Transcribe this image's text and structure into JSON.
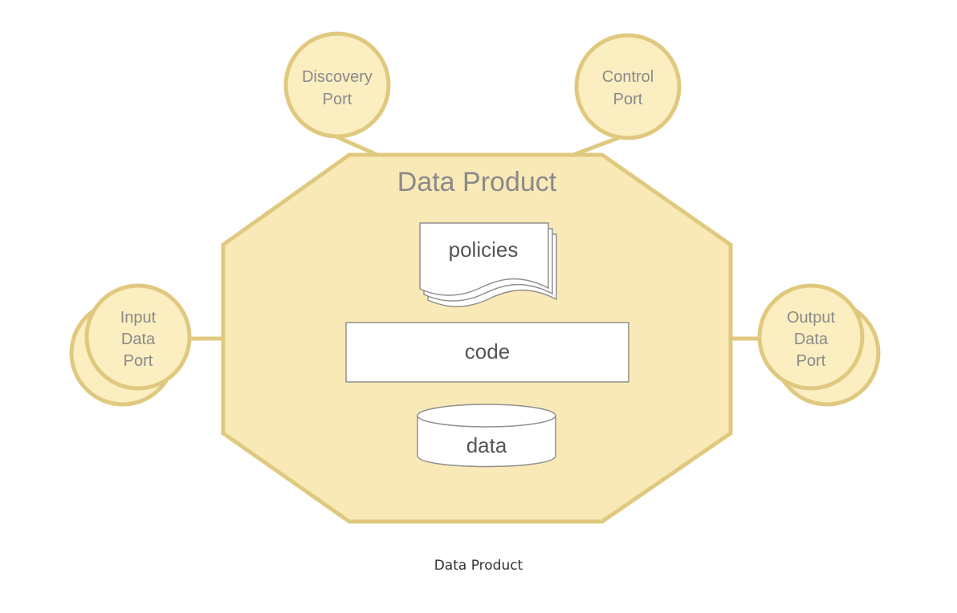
{
  "diagram": {
    "title": "Data Product",
    "colors": {
      "fill": "#f8e9b7",
      "stroke": "#e0c97f",
      "port_fill": "#fbeec1",
      "component_stroke": "#8f8f8f",
      "text": "#8a8a8a"
    },
    "ports": {
      "discovery": [
        "Discovery",
        "Port"
      ],
      "control": [
        "Control",
        "Port"
      ],
      "input": [
        "Input",
        "Data",
        "Port"
      ],
      "output": [
        "Output",
        "Data",
        "Port"
      ]
    },
    "components": {
      "policies": "policies",
      "code": "code",
      "data": "data"
    }
  },
  "caption": "Data Product"
}
